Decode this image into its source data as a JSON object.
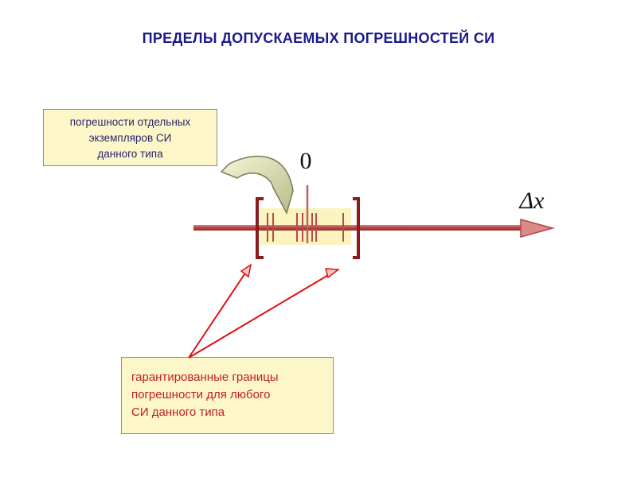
{
  "title": "ПРЕДЕЛЫ ДОПУСКАЕМЫХ ПОГРЕШНОСТЕЙ СИ",
  "top_box": {
    "lines": [
      "погрешности отдельных",
      "экземпляров СИ",
      "данного типа"
    ]
  },
  "bottom_box": {
    "lines": [
      "гарантированные границы",
      "погрешности для любого",
      "СИ данного типа"
    ]
  },
  "axis": {
    "zero_label": "0",
    "axis_label": "Δx"
  },
  "colors": {
    "title": "#1a1a8c",
    "axis": "#c05a5a",
    "bracket": "#8b1a1a",
    "box_fill": "#fdf6c8",
    "bottom_text": "#c02020",
    "top_text": "#26266e",
    "arrow_red": "#e01010"
  }
}
